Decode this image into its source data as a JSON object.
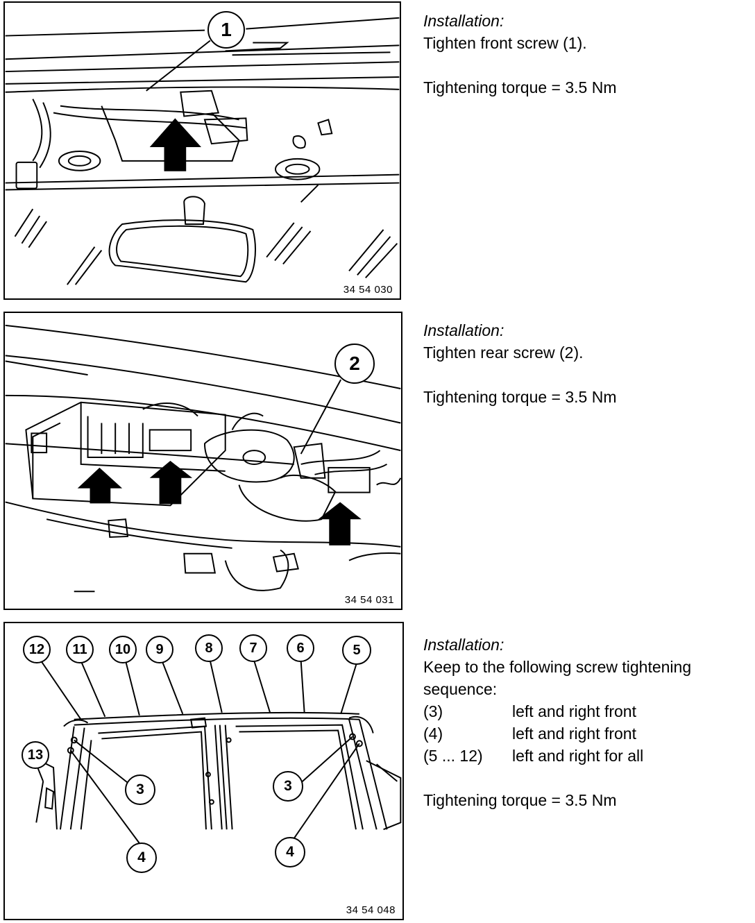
{
  "sections": [
    {
      "figure_id": "34 54 030",
      "callouts": [
        "1"
      ],
      "heading": "Installation:",
      "instruction": "Tighten front screw (1).",
      "torque": "Tightening torque = 3.5 Nm"
    },
    {
      "figure_id": "34 54 031",
      "callouts": [
        "2"
      ],
      "heading": "Installation:",
      "instruction": "Tighten rear screw (2).",
      "torque": "Tightening torque = 3.5 Nm"
    },
    {
      "figure_id": "34 54 048",
      "callouts": [
        "12",
        "11",
        "10",
        "9",
        "8",
        "7",
        "6",
        "5",
        "13",
        "3",
        "3",
        "4",
        "4"
      ],
      "heading": "Installation:",
      "instruction_line1": "Keep to the following screw tightening",
      "instruction_line2": "sequence:",
      "sequence": [
        {
          "screws": "(3)",
          "where": "left and right front"
        },
        {
          "screws": "(4)",
          "where": "left and right front"
        },
        {
          "screws": "(5 ... 12)",
          "where": "left and right for all"
        }
      ],
      "torque": "Tightening torque = 3.5 Nm"
    }
  ]
}
